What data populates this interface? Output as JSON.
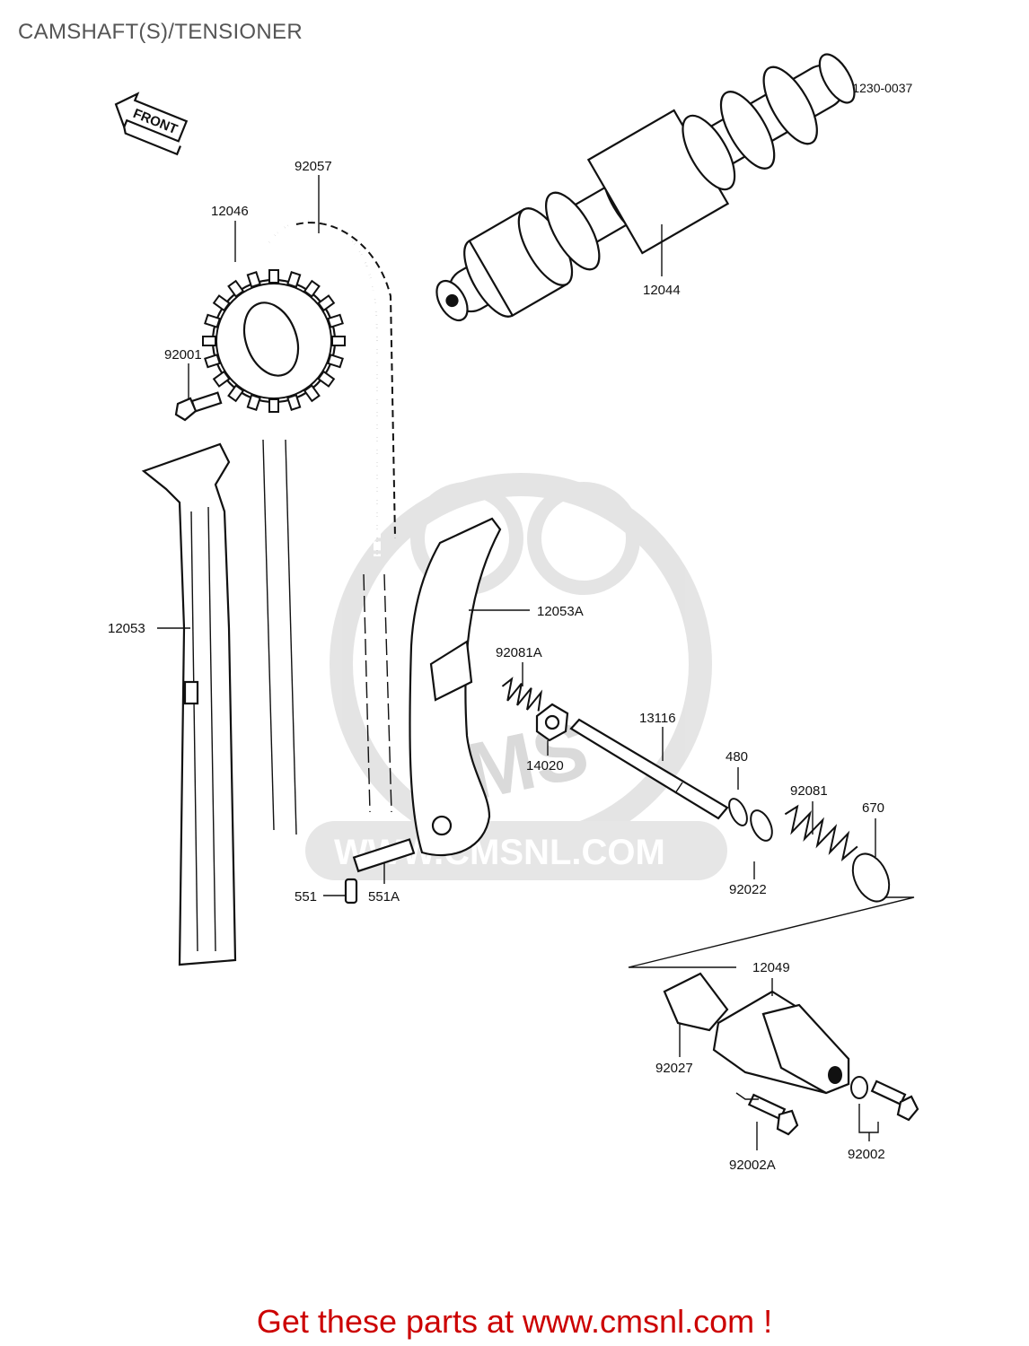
{
  "header": {
    "title": "CAMSHAFT(S)/TENSIONER",
    "ref_code": "E1230-0037"
  },
  "front_arrow": {
    "label": "FRONT"
  },
  "watermark": {
    "logo": "CMS",
    "url": "WWW.CMSNL.COM"
  },
  "parts": [
    {
      "id": "12044"
    },
    {
      "id": "12046"
    },
    {
      "id": "92057"
    },
    {
      "id": "92001"
    },
    {
      "id": "12053"
    },
    {
      "id": "12053A"
    },
    {
      "id": "92081A"
    },
    {
      "id": "14020"
    },
    {
      "id": "13116"
    },
    {
      "id": "480"
    },
    {
      "id": "92081"
    },
    {
      "id": "670"
    },
    {
      "id": "92022"
    },
    {
      "id": "551"
    },
    {
      "id": "551A"
    },
    {
      "id": "12049"
    },
    {
      "id": "92027"
    },
    {
      "id": "92002A"
    },
    {
      "id": "92002"
    }
  ],
  "footer": {
    "cta": "Get these parts at www.cmsnl.com !"
  }
}
